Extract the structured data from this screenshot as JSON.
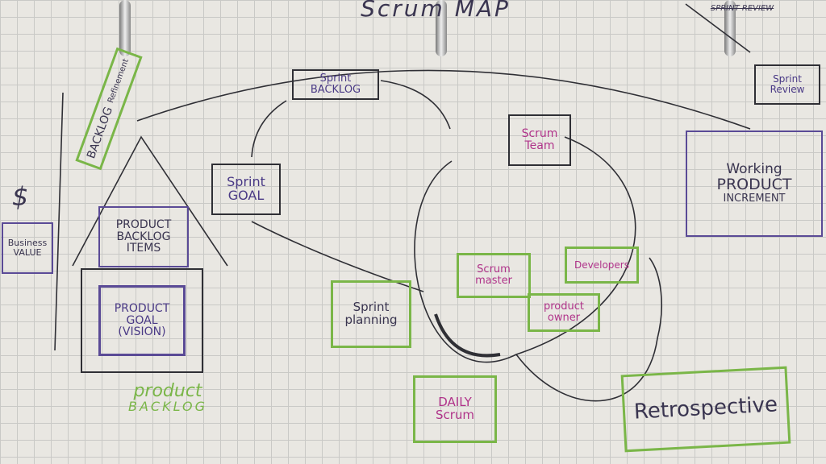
{
  "title": "Scrum MAP",
  "crossed_out": "SPRINT REVIEW",
  "sprint_review": "Sprint Review",
  "sprint_backlog": [
    "Sprint",
    "BACKLOG"
  ],
  "sprint_goal": [
    "Sprint",
    "GOAL"
  ],
  "backlog_refinement": [
    "BACKLOG",
    "Refinement"
  ],
  "dollar": "$",
  "business_value": [
    "Business",
    "VALUE"
  ],
  "product_backlog_items": [
    "PRODUCT",
    "BACKLOG",
    "ITEMS"
  ],
  "product_goal": [
    "PRODUCT",
    "GOAL",
    "(VISION)"
  ],
  "product_backlog": [
    "product",
    "BACKLOG"
  ],
  "scrum_team": [
    "Scrum",
    "Team"
  ],
  "working_increment": [
    "Working",
    "PRODUCT",
    "INCREMENT"
  ],
  "sprint_planning": [
    "Sprint",
    "planning"
  ],
  "scrum_master": [
    "Scrum",
    "master"
  ],
  "developers": "Developers",
  "product_owner": [
    "product",
    "owner"
  ],
  "daily_scrum": [
    "DAILY",
    "Scrum"
  ],
  "retrospective": "Retrospective",
  "colors": {
    "ink": "#2f2f35",
    "highlight_green": "#7ab648",
    "role_pink": "#b0338a",
    "purple": "#4a3a86"
  }
}
